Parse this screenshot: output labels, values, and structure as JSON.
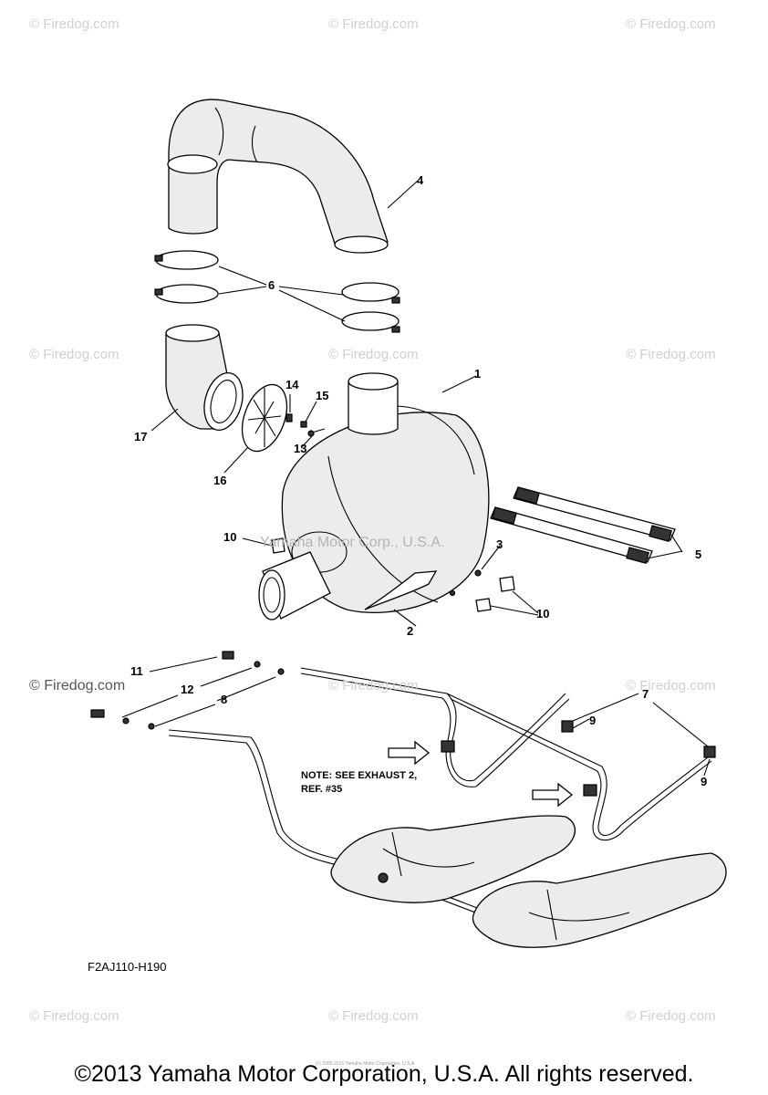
{
  "watermarks": [
    {
      "text": "© Firedog.com",
      "style": "light"
    },
    {
      "text": "© Firedog.com",
      "style": "light"
    },
    {
      "text": "© Firedog.com",
      "style": "light"
    },
    {
      "text": "© Firedog.com",
      "style": "light"
    },
    {
      "text": "© Firedog.com",
      "style": "light"
    },
    {
      "text": "© Firedog.com",
      "style": "light"
    },
    {
      "text": "© Firedog.com",
      "style": "dark"
    },
    {
      "text": "© Firedog.com",
      "style": "light"
    },
    {
      "text": "© Firedog.com",
      "style": "light"
    },
    {
      "text": "© Firedog.com",
      "style": "light"
    },
    {
      "text": "© Firedog.com",
      "style": "light"
    },
    {
      "text": "© Firedog.com",
      "style": "light"
    }
  ],
  "center_watermark": "Yamaha Motor Corp., U.S.A.",
  "callouts": [
    "1",
    "2",
    "3",
    "4",
    "5",
    "6",
    "7",
    "8",
    "9",
    "9",
    "10",
    "10",
    "11",
    "12",
    "13",
    "14",
    "15",
    "16",
    "17"
  ],
  "note": {
    "line1": "NOTE: SEE EXHAUST 2,",
    "line2": "REF. #35"
  },
  "diagram_code": "F2AJ110-H190",
  "tiny_print": "(c) 2005-2015 Yamaha Motor Corporation, U.S.A.",
  "copyright": "©2013 Yamaha Motor Corporation, U.S.A. All rights reserved."
}
